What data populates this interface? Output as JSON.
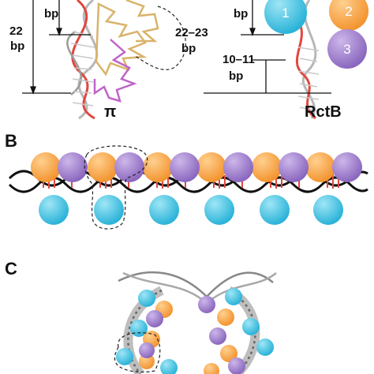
{
  "panel_a": {
    "left": {
      "label_bp_top": "bp",
      "label_22": "22",
      "label_22_bp": "bp",
      "label_22_23": "22–23",
      "label_22_23_bp": "bp",
      "protein_name": "π"
    },
    "right": {
      "label_bp_top": "bp",
      "label_10_11": "10–11",
      "label_10_11_bp": "bp",
      "protein_name": "RctB",
      "domain_labels": [
        "1",
        "2",
        "3"
      ]
    }
  },
  "panel_b": {
    "panel_label": "B"
  },
  "panel_c": {
    "panel_label": "C"
  },
  "colors": {
    "domain1_cyan": "#3ec3e3",
    "domain2_orange": "#f6a03e",
    "domain3_purple": "#9a78c9",
    "dna_red": "#e0473f",
    "dna_gray": "#8e8e8e",
    "protein_tan": "#d9b36a",
    "protein_magenta": "#c064c8"
  }
}
